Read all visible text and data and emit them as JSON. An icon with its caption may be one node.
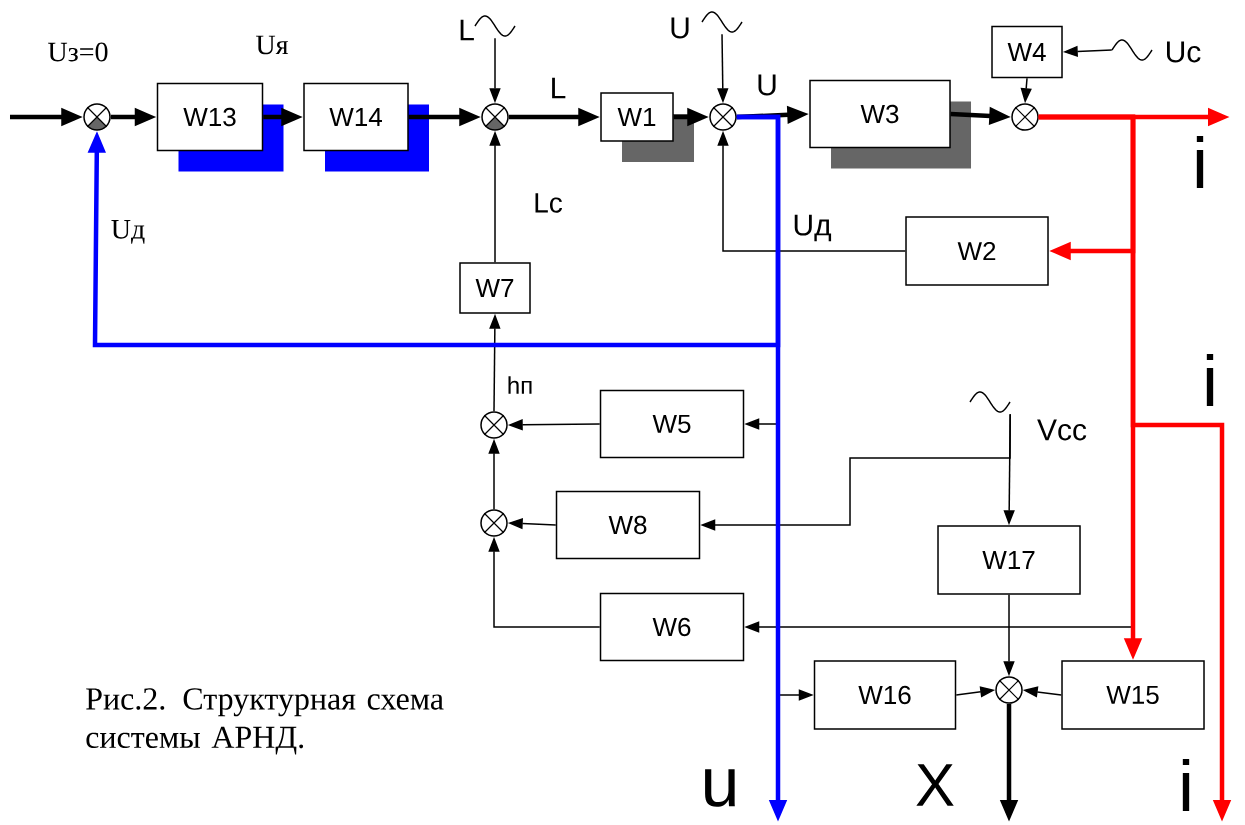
{
  "diagram": {
    "caption": "Рис.2. Структурная схема системы АРНД.",
    "nodes": [
      {
        "text": [],
        "shape": "circle"
      },
      {
        "text": [
          "W13"
        ]
      },
      {
        "text": [
          "W14"
        ]
      },
      {
        "text": [],
        "shape": "circle"
      },
      {
        "text": [
          "W1"
        ]
      },
      {
        "text": [],
        "shape": "circle"
      },
      {
        "text": [
          "W3"
        ]
      },
      {
        "text": [
          "W4"
        ]
      },
      {
        "text": [],
        "shape": "circle"
      },
      {
        "text": [
          "W2"
        ]
      },
      {
        "text": [
          "W7"
        ]
      },
      {
        "text": [],
        "shape": "circle"
      },
      {
        "text": [
          "W5"
        ]
      },
      {
        "text": [],
        "shape": "circle"
      },
      {
        "text": [
          "W8"
        ]
      },
      {
        "text": [
          "W6"
        ]
      },
      {
        "text": [
          "W17"
        ]
      },
      {
        "text": [],
        "shape": "circle"
      },
      {
        "text": [
          "W16"
        ]
      },
      {
        "text": [
          "W15"
        ]
      },
      {
        "text": [],
        "shape": "wave",
        "beside": [
          "L"
        ]
      },
      {
        "text": [],
        "shape": "wave",
        "beside": [
          "U"
        ]
      },
      {
        "text": [],
        "shape": "wave",
        "beside": [
          "Uc"
        ]
      },
      {
        "text": [],
        "shape": "wave",
        "beside": [
          "Vcc"
        ]
      }
    ],
    "edges": [
      {
        "from": null,
        "to": 0,
        "arrow": "to",
        "style": "thick",
        "label": "Uз=0"
      },
      {
        "from": 0,
        "to": 1,
        "arrow": "to",
        "style": "thick"
      },
      {
        "from": 1,
        "to": 2,
        "arrow": "to",
        "style": "thick",
        "label": "Uя"
      },
      {
        "from": 2,
        "to": 3,
        "arrow": "to",
        "style": "thick"
      },
      {
        "from": 3,
        "to": 4,
        "arrow": "to",
        "style": "thick",
        "label": "L"
      },
      {
        "from": 4,
        "to": 5,
        "arrow": "to",
        "style": "thick"
      },
      {
        "from": 5,
        "to": 6,
        "arrow": "to",
        "style": "thick",
        "label": "U"
      },
      {
        "from": 6,
        "to": 8,
        "arrow": "to",
        "style": "thick"
      },
      {
        "from": 20,
        "to": 3,
        "arrow": "to"
      },
      {
        "from": 21,
        "to": 5,
        "arrow": "to"
      },
      {
        "from": 22,
        "to": 7,
        "arrow": "to"
      },
      {
        "from": 7,
        "to": 8,
        "arrow": "to"
      },
      {
        "from": 10,
        "to": 3,
        "arrow": "to",
        "label": "Lc"
      },
      {
        "from": 9,
        "to": 5,
        "arrow": "to"
      },
      {
        "from": 8,
        "to": null,
        "arrow": "to",
        "style": "thick",
        "color": "#ff0000",
        "label": "i"
      },
      {
        "from": 8,
        "to": 9,
        "arrow": "to",
        "style": "thick",
        "color": "#ff0000"
      },
      {
        "from": 8,
        "to": 19,
        "arrow": "to",
        "style": "thick",
        "color": "#ff0000"
      },
      {
        "from": 8,
        "to": null,
        "arrow": "to",
        "style": "thick",
        "color": "#ff0000",
        "label": "i"
      },
      {
        "from": 8,
        "to": 15,
        "arrow": "to"
      },
      {
        "from": 5,
        "to": null,
        "arrow": "to",
        "style": "thick",
        "color": "#0000ff",
        "label": "u"
      },
      {
        "from": 5,
        "to": 0,
        "arrow": "to",
        "style": "thick",
        "color": "#0000ff",
        "label": "Uд"
      },
      {
        "from": 5,
        "to": 12,
        "arrow": "to"
      },
      {
        "from": 5,
        "to": 18,
        "arrow": "to"
      },
      {
        "from": 12,
        "to": 11,
        "arrow": "to"
      },
      {
        "from": 13,
        "to": 11,
        "arrow": "to"
      },
      {
        "from": 14,
        "to": 13,
        "arrow": "to"
      },
      {
        "from": 15,
        "to": 13,
        "arrow": "to"
      },
      {
        "from": 11,
        "to": 10,
        "arrow": "to",
        "label": "hп"
      },
      {
        "from": 23,
        "to": 16,
        "arrow": "to"
      },
      {
        "from": 23,
        "to": 14,
        "arrow": "to"
      },
      {
        "from": 16,
        "to": 17,
        "arrow": "to"
      },
      {
        "from": 18,
        "to": 17,
        "arrow": "to"
      },
      {
        "from": 19,
        "to": 17,
        "arrow": "to"
      },
      {
        "from": 17,
        "to": null,
        "arrow": "to",
        "style": "thick",
        "label": "X"
      }
    ],
    "labels": [
      "Uд",
      "i"
    ]
  }
}
